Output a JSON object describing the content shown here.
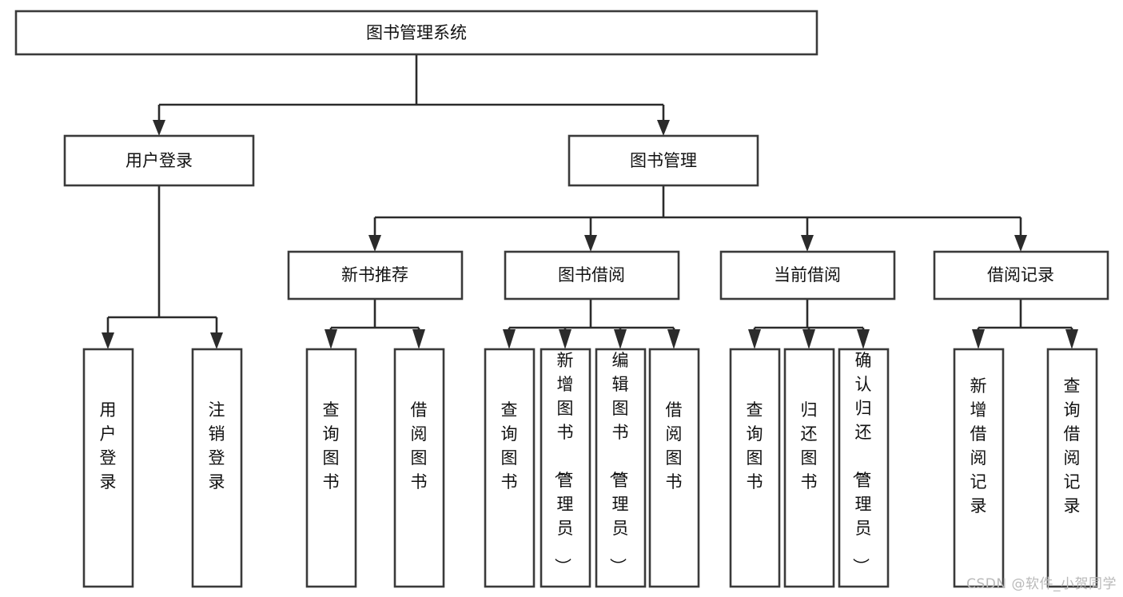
{
  "diagram": {
    "type": "tree",
    "title": "图书管理系统",
    "root": {
      "id": "root",
      "label": "图书管理系统",
      "orientation": "horizontal"
    },
    "level2": [
      {
        "id": "user-login",
        "label": "用户登录",
        "orientation": "horizontal"
      },
      {
        "id": "book-manage",
        "label": "图书管理",
        "orientation": "horizontal"
      }
    ],
    "level3": [
      {
        "id": "new-book-rec",
        "label": "新书推荐",
        "orientation": "horizontal",
        "parent": "book-manage"
      },
      {
        "id": "book-borrow",
        "label": "图书借阅",
        "orientation": "horizontal",
        "parent": "book-manage"
      },
      {
        "id": "current-borrow",
        "label": "当前借阅",
        "orientation": "horizontal",
        "parent": "book-manage"
      },
      {
        "id": "borrow-record",
        "label": "借阅记录",
        "orientation": "horizontal",
        "parent": "book-manage"
      }
    ],
    "leaves": [
      {
        "id": "leaf-user-login",
        "label": "用户登录",
        "orientation": "vertical",
        "parent": "user-login"
      },
      {
        "id": "leaf-user-logout",
        "label": "注销登录",
        "orientation": "vertical",
        "parent": "user-login"
      },
      {
        "id": "leaf-query-book-1",
        "label": "查询图书",
        "orientation": "vertical",
        "parent": "new-book-rec"
      },
      {
        "id": "leaf-borrow-book-1",
        "label": "借阅图书",
        "orientation": "vertical",
        "parent": "new-book-rec"
      },
      {
        "id": "leaf-query-book-2",
        "label": "查询图书",
        "orientation": "vertical",
        "parent": "book-borrow"
      },
      {
        "id": "leaf-add-book",
        "label": "新增图书（管理员）",
        "orientation": "vertical",
        "parent": "book-borrow"
      },
      {
        "id": "leaf-edit-book",
        "label": "编辑图书（管理员）",
        "orientation": "vertical",
        "parent": "book-borrow"
      },
      {
        "id": "leaf-borrow-book-2",
        "label": "借阅图书",
        "orientation": "vertical",
        "parent": "book-borrow"
      },
      {
        "id": "leaf-query-book-3",
        "label": "查询图书",
        "orientation": "vertical",
        "parent": "current-borrow"
      },
      {
        "id": "leaf-return-book",
        "label": "归还图书",
        "orientation": "vertical",
        "parent": "current-borrow"
      },
      {
        "id": "leaf-confirm-return",
        "label": "确认归还（管理员）",
        "orientation": "vertical",
        "parent": "current-borrow"
      },
      {
        "id": "leaf-add-record",
        "label": "新增借阅记录",
        "orientation": "vertical",
        "parent": "borrow-record"
      },
      {
        "id": "leaf-query-record",
        "label": "查询借阅记录",
        "orientation": "vertical",
        "parent": "borrow-record"
      }
    ],
    "colors": {
      "box_stroke": "#3a3a3a",
      "edge": "#2b2b2b",
      "box_fill": "#ffffff",
      "text": "#111111",
      "watermark": "#b9b9b9",
      "background": "#ffffff"
    }
  },
  "watermark": {
    "text": "CSDN @软件_小贺同学"
  }
}
